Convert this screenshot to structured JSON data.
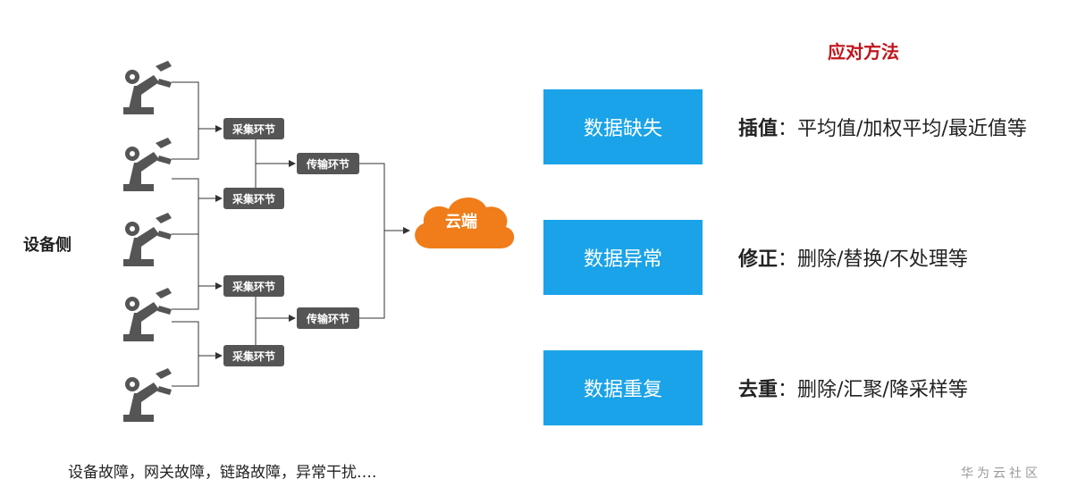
{
  "device_side_label": "设备侧",
  "collect_label": "采集环节",
  "transmit_label": "传输环节",
  "cloud_label": "云端",
  "methods_title": "应对方法",
  "rows": [
    {
      "problem": "数据缺失",
      "method_bold": "插值",
      "method_rest": "：平均值/加权平均/最近值等"
    },
    {
      "problem": "数据异常",
      "method_bold": "修正",
      "method_rest": "：删除/替换/不处理等"
    },
    {
      "problem": "数据重复",
      "method_bold": "去重",
      "method_rest": "：删除/汇聚/降采样等"
    }
  ],
  "footer_note": "设备故障，网关故障，链路故障，异常干扰….",
  "watermark": "华为云社区",
  "colors": {
    "box": "#555555",
    "cloud": "#f07d1a",
    "problem": "#1aa3e8",
    "title": "#c0151b"
  },
  "icons": [
    "robot-arm-icon",
    "cloud-icon"
  ]
}
